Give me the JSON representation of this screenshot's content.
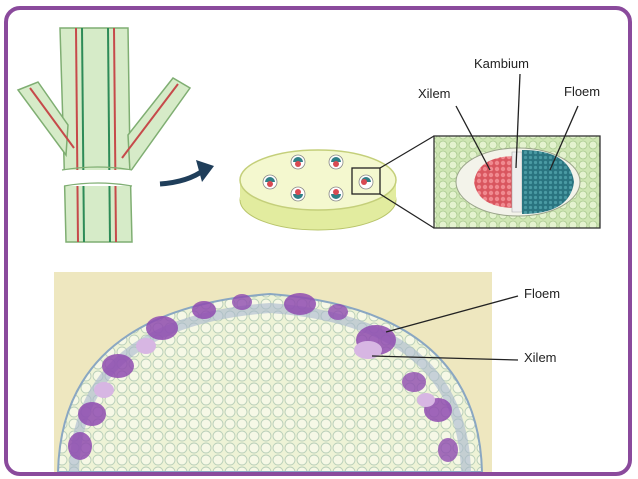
{
  "labels": {
    "xylem_top": "Xilem",
    "cambium_top": "Kambium",
    "phloem_top": "Floem",
    "phloem_micro": "Floem",
    "xylem_micro": "Xilem"
  },
  "colors": {
    "frame": "#8a4a9c",
    "stem": "#cfe6c2",
    "xylem": "#e06a74",
    "phloem": "#2f7f86",
    "arrow": "#1f3e5a",
    "micro_bg": "#efe7bd",
    "micro_stain": "#8f4bb0"
  }
}
